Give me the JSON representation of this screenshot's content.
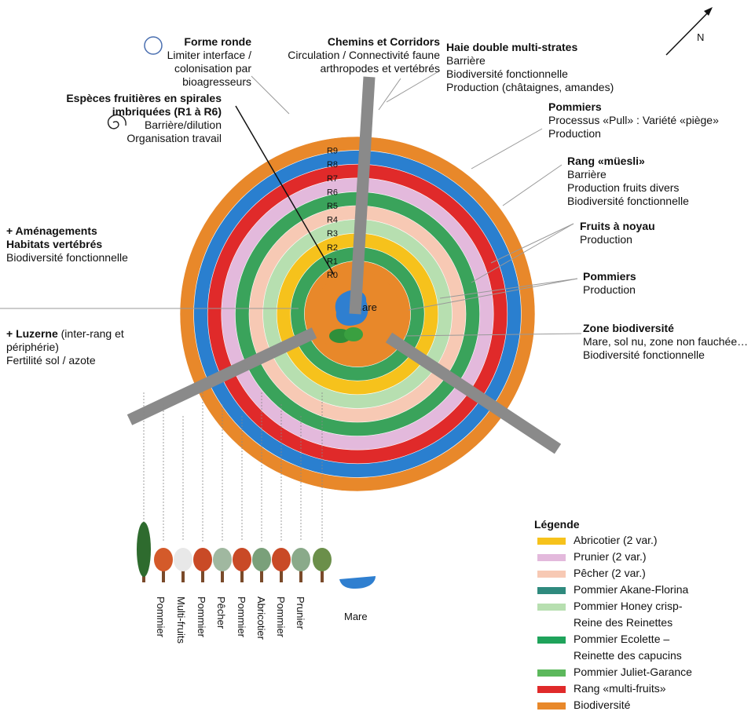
{
  "rings": [
    {
      "label": "R0",
      "color": "#e8882a"
    },
    {
      "label": "R1",
      "color": "#3aa35b"
    },
    {
      "label": "R2",
      "color": "#f6c21c"
    },
    {
      "label": "R3",
      "color": "#b7dfb0"
    },
    {
      "label": "R4",
      "color": "#f7c9b4"
    },
    {
      "label": "R5",
      "color": "#3aa35b"
    },
    {
      "label": "R6",
      "color": "#e3b9dc"
    },
    {
      "label": "R7",
      "color": "#e02a2a"
    },
    {
      "label": "R8",
      "color": "#2a7fcf"
    },
    {
      "label": "R9",
      "color": "#e8882a"
    }
  ],
  "center_label": "Mare",
  "north_label": "N",
  "annotations": {
    "forme_ronde": {
      "title": "Forme ronde",
      "lines": [
        "Limiter interface /",
        "colonisation par bioagresseurs"
      ]
    },
    "especes": {
      "title": "Espèces fruitières en spirales",
      "title2": "imbriquées (R1 à R6)",
      "lines": [
        "Barrière/dilution",
        "Organisation travail"
      ]
    },
    "chemins": {
      "title": "Chemins et Corridors",
      "lines": [
        "Circulation / Connectivité faune",
        "arthropodes et vertébrés"
      ]
    },
    "haie": {
      "title": "Haie double multi-strates",
      "lines": [
        "Barrière",
        "Biodiversité fonctionnelle",
        "Production (châtaignes, amandes)"
      ]
    },
    "pommiers1": {
      "title": "Pommiers",
      "lines": [
        "Processus «Pull» : Variété «piège»",
        "Production"
      ]
    },
    "muesli": {
      "title": "Rang «müesli»",
      "lines": [
        "Barrière",
        "Production fruits divers",
        "Biodiversité fonctionnelle"
      ]
    },
    "fruits_noyau": {
      "title": "Fruits à noyau",
      "lines": [
        "Production"
      ]
    },
    "pommiers2": {
      "title": "Pommiers",
      "lines": [
        "Production"
      ]
    },
    "zone_bio": {
      "title": "Zone biodiversité",
      "lines": [
        "Mare, sol nu, zone non fauchée…",
        "Biodiversité fonctionnelle"
      ]
    },
    "amenagements": {
      "title": "+ Aménagements",
      "title2": "Habitats vertébrés",
      "lines": [
        "Biodiversité fonctionnelle"
      ]
    },
    "luzerne": {
      "title": "+ Luzerne",
      "title_suffix": " (inter-rang et",
      "lines": [
        "périphérie)",
        "Fertilité sol / azote"
      ]
    }
  },
  "trees": [
    "Pommier",
    "Multi-fruits",
    "Pommier",
    "Pêcher",
    "Pommier",
    "Abricotier",
    "Pommier",
    "Prunier",
    "Mare"
  ],
  "legend": {
    "title": "Légende",
    "items": [
      {
        "label": "Abricotier (2 var.)",
        "color": "#f6c21c"
      },
      {
        "label": "Prunier (2 var.)",
        "color": "#e3b9dc"
      },
      {
        "label": "Pêcher (2 var.)",
        "color": "#f7c9b4"
      },
      {
        "label": "Pommier Akane-Florina",
        "color": "#2f8a7e"
      },
      {
        "label": "Pommier Honey crisp-",
        "color": "#b7dfb0"
      },
      {
        "label": "Reine des Reinettes",
        "color": ""
      },
      {
        "label": "Pommier Ecolette –",
        "color": "#1fa35b"
      },
      {
        "label": "Reinette des capucins",
        "color": ""
      },
      {
        "label": "Pommier Juliet-Garance",
        "color": "#5cb85c"
      },
      {
        "label": "Rang «multi-fruits»",
        "color": "#e02a2a"
      },
      {
        "label": "Biodiversité",
        "color": "#e8882a"
      }
    ]
  }
}
